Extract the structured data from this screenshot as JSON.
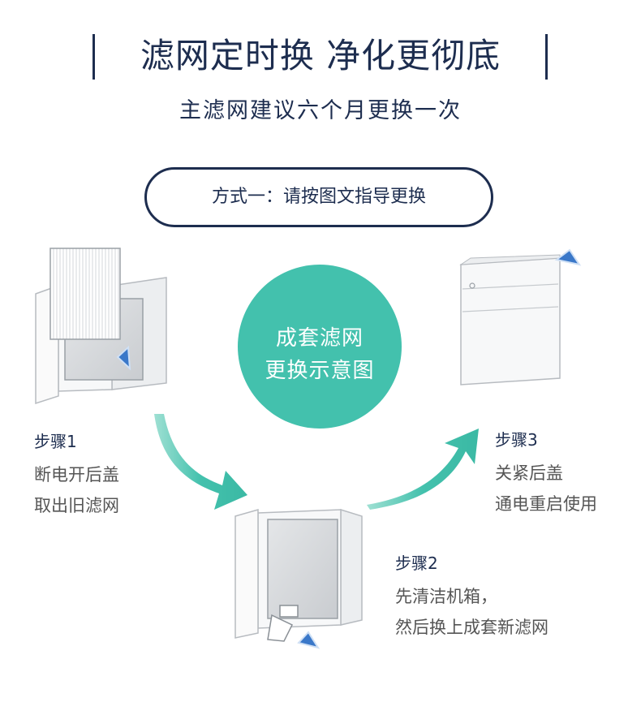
{
  "header": {
    "title": "滤网定时换 净化更彻底",
    "subtitle": "主滤网建议六个月更换一次"
  },
  "method": {
    "label": "方式一：请按图文指导更换"
  },
  "center": {
    "line1": "成套滤网",
    "line2": "更换示意图"
  },
  "steps": [
    {
      "title": "步骤1",
      "lines": [
        "断电开后盖",
        "取出旧滤网"
      ]
    },
    {
      "title": "步骤2",
      "lines": [
        "先清洁机箱，",
        "然后换上成套新滤网"
      ]
    },
    {
      "title": "步骤3",
      "lines": [
        "关紧后盖",
        "通电重启使用"
      ]
    }
  ],
  "colors": {
    "navy": "#1d2d4f",
    "teal": "#43c1ad",
    "arrow_blue": "#3a78c9"
  }
}
